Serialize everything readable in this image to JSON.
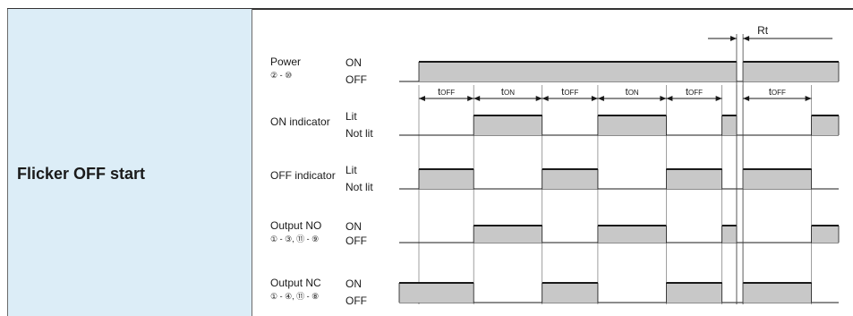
{
  "mode": {
    "label": "Flicker OFF start"
  },
  "timing_labels": {
    "t_off": "tOFF",
    "t_on": "tON",
    "reset_time": "Rt"
  },
  "signals": [
    {
      "id": "power",
      "name": "Power",
      "pins": "② - ⑩",
      "high_label": "ON",
      "low_label": "OFF",
      "intervals": [
        [
          0,
          34.8
        ],
        [
          35.5,
          46.3
        ]
      ]
    },
    {
      "id": "on-indicator",
      "name": "ON indicator",
      "pins": "",
      "high_label": "Lit",
      "low_label": "Not lit",
      "intervals": [
        [
          6.0,
          13.5
        ],
        [
          19.6,
          27.1
        ],
        [
          33.2,
          34.8
        ],
        [
          43.0,
          46.3
        ]
      ]
    },
    {
      "id": "off-indicator",
      "name": "OFF indicator",
      "pins": "",
      "high_label": "Lit",
      "low_label": "Not lit",
      "intervals": [
        [
          0,
          6.0
        ],
        [
          13.5,
          19.6
        ],
        [
          27.1,
          33.2
        ],
        [
          35.5,
          43.0
        ]
      ]
    },
    {
      "id": "output-no",
      "name": "Output NO",
      "pins": "① - ③, ⑪ - ⑨",
      "high_label": "ON",
      "low_label": "OFF",
      "intervals": [
        [
          6.0,
          13.5
        ],
        [
          19.6,
          27.1
        ],
        [
          33.2,
          34.8
        ],
        [
          43.0,
          46.3
        ]
      ]
    },
    {
      "id": "output-nc",
      "name": "Output NC",
      "pins": "① - ④, ⑪ - ⑧",
      "high_label": "ON",
      "low_label": "OFF",
      "intervals": [
        [
          -2.2,
          6.0
        ],
        [
          13.5,
          19.6
        ],
        [
          27.1,
          33.2
        ],
        [
          35.5,
          43.0
        ]
      ]
    }
  ],
  "timing_arrows": [
    {
      "label": "tOFF",
      "from": 0,
      "to": 6.0
    },
    {
      "label": "tON",
      "from": 6.0,
      "to": 13.5
    },
    {
      "label": "tOFF",
      "from": 13.5,
      "to": 19.6
    },
    {
      "label": "tON",
      "from": 19.6,
      "to": 27.1
    },
    {
      "label": "tOFF",
      "from": 27.1,
      "to": 33.2
    },
    {
      "label": "tOFF",
      "from": 35.5,
      "to": 43.0
    }
  ],
  "reset": {
    "label": "Rt",
    "from": 34.8,
    "to": 35.5
  },
  "colors": {
    "pulse_fill": "#c8c8c8",
    "cell_bg": "#dcedf7",
    "line": "#1a1a1a"
  }
}
